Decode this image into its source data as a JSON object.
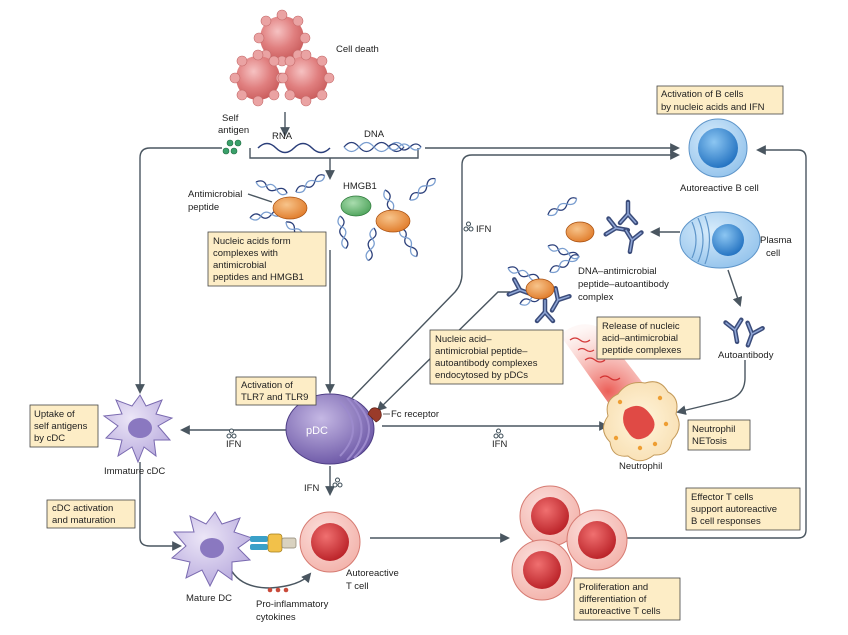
{
  "labels": {
    "cell_death": "Cell death",
    "self_antigen": [
      "Self",
      "antigen"
    ],
    "rna": "RNA",
    "dna": "DNA",
    "antimicrobial_peptide": [
      "Antimicrobial",
      "peptide"
    ],
    "hmgb1": "HMGB1",
    "ifn": "IFN",
    "autoreactive_b_cell": "Autoreactive B cell",
    "plasma_cell": [
      "Plasma",
      "cell"
    ],
    "dna_complex": [
      "DNA–antimicrobial",
      "peptide–autoantibody",
      "complex"
    ],
    "autoantibody": "Autoantibody",
    "neutrophil": "Neutrophil",
    "pdc": "pDC",
    "fc_receptor": "Fc receptor",
    "immature_cdc": "Immature cDC",
    "mature_dc": "Mature DC",
    "autoreactive_t_cell": [
      "Autoreactive",
      "T cell"
    ],
    "pro_inflammatory": [
      "Pro-inflammatory",
      "cytokines"
    ]
  },
  "boxes": {
    "b_cell_activation": [
      "Activation of B cells",
      "by nucleic acids and IFN"
    ],
    "nucleic_complexes": [
      "Nucleic acids form",
      "complexes with",
      "antimicrobial",
      "peptides and HMGB1"
    ],
    "tlr_activation": [
      "Activation of",
      "TLR7 and TLR9"
    ],
    "endocytosed": [
      "Nucleic acid–",
      "antimicrobial peptide–",
      "autoantibody  complexes",
      "endocytosed by pDCs"
    ],
    "release": [
      "Release of nucleic",
      "acid–antimicrobial",
      "peptide complexes"
    ],
    "uptake": [
      "Uptake of",
      "self antigens",
      "by cDC"
    ],
    "cdc_activation": [
      "cDC activation",
      "and maturation"
    ],
    "netosis": [
      "Neutrophil",
      "NETosis"
    ],
    "effector_t": [
      "Effector T cells",
      "support autoreactive",
      "B cell responses"
    ],
    "proliferation": [
      "Proliferation and",
      "differentiation of",
      "autoreactive T cells"
    ]
  },
  "colors": {
    "box_fill": "#fdedc6",
    "arrow": "#4a5660",
    "b_cell": "#3f8fd6",
    "pdc": "#6f5aa8",
    "t_cell": "#d63a3a",
    "peptide": "#e8883a",
    "hmgb1": "#5fb56a",
    "dying_cell": "#d97a7a",
    "self_antigen": "#3aa06a",
    "dna_strand_1": "#2b3f7a",
    "dna_strand_2": "#7a9ed0"
  },
  "icons": [
    "dying-cell-cluster-icon",
    "self-antigen-dots-icon",
    "dna-strand-icon",
    "peptide-icon",
    "hmgb1-icon",
    "antibody-icon",
    "b-cell-icon",
    "plasma-cell-icon",
    "pdc-icon",
    "neutrophil-icon",
    "dendritic-cell-icon",
    "t-cell-icon",
    "ifn-dots-icon",
    "fc-receptor-icon",
    "cytokine-dots-icon"
  ]
}
